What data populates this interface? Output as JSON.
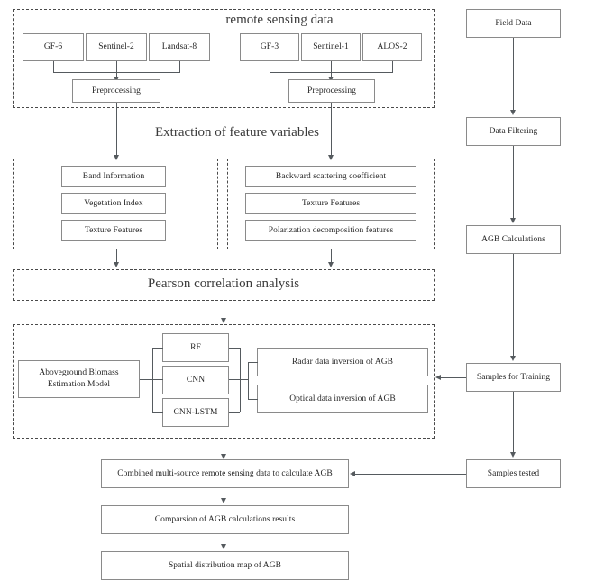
{
  "diagram": {
    "title": "AGB estimation workflow flowchart",
    "section_titles": {
      "remote_sensing": "remote sensing data",
      "feature_extraction": "Extraction of feature variables",
      "pearson": "Pearson correlation analysis"
    },
    "optical_sources": [
      {
        "label": "GF-6"
      },
      {
        "label": "Sentinel-2"
      },
      {
        "label": "Landsat-8"
      }
    ],
    "radar_sources": [
      {
        "label": "GF-3"
      },
      {
        "label": "Sentinel-1"
      },
      {
        "label": "ALOS-2"
      }
    ],
    "preprocessing_optical": "Preprocessing",
    "preprocessing_radar": "Preprocessing",
    "optical_features": [
      {
        "label": "Band Information"
      },
      {
        "label": "Vegetation Index"
      },
      {
        "label": "Texture Features"
      }
    ],
    "radar_features": [
      {
        "label": "Backward scattering coefficient"
      },
      {
        "label": "Texture Features"
      },
      {
        "label": "Polarization decomposition features"
      }
    ],
    "model": {
      "estimation_model": "Aboveground Biomass\nEstimation Model",
      "algorithms": [
        {
          "label": "RF"
        },
        {
          "label": "CNN"
        },
        {
          "label": "CNN-LSTM"
        }
      ],
      "inversions": [
        {
          "label": "Radar data inversion of AGB"
        },
        {
          "label": "Optical data inversion of AGB"
        }
      ]
    },
    "field_column": [
      {
        "label": "Field Data"
      },
      {
        "label": "Data Filtering"
      },
      {
        "label": "AGB Calculations"
      },
      {
        "label": "Samples for Training"
      },
      {
        "label": "Samples tested"
      }
    ],
    "results": [
      {
        "label": "Combined multi-source remote sensing data to calculate AGB"
      },
      {
        "label": "Comparsion of AGB calculations results"
      },
      {
        "label": "Spatial distribution map of AGB"
      }
    ],
    "colors": {
      "box_border": "#8a8a8a",
      "dashed_border": "#4a4a4a",
      "line": "#555a5e",
      "text": "#262626",
      "title_text": "#3a3a3a",
      "background": "#ffffff"
    }
  }
}
